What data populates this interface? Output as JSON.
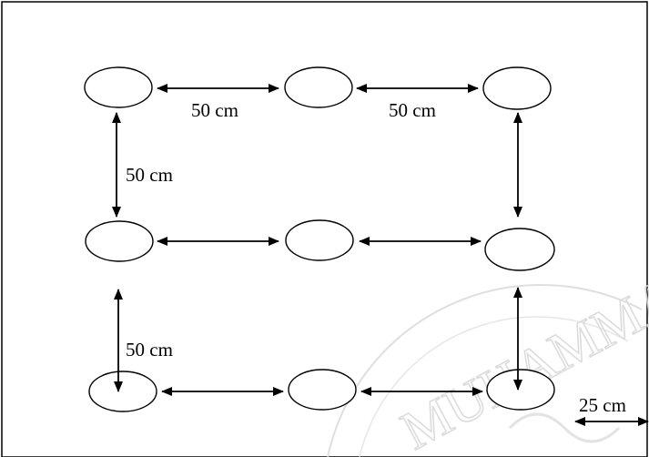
{
  "labels": {
    "top_left_gap": "50 cm",
    "top_right_gap": "50 cm",
    "left_upper_vertical": "50 cm",
    "left_lower_vertical": "50 cm",
    "edge_spacing": "25 cm"
  },
  "watermark": {
    "text": "MUHAMMADIYAH"
  },
  "colors": {
    "ink": "#000000",
    "watermark": "#d9d9d9"
  }
}
